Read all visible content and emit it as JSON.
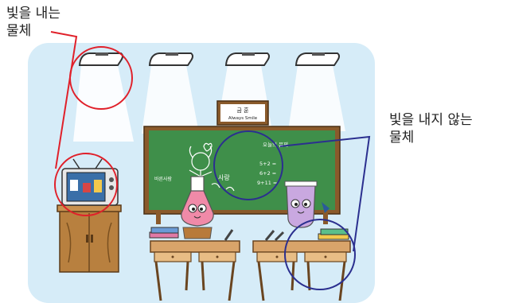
{
  "labels": {
    "emitting": "빛을 내는\n물체",
    "non_emitting": "빛을 내지 않는\n물체"
  },
  "sign": {
    "line1": "금 훈",
    "line2": "Always Smile"
  },
  "board": {
    "title": "오늘의 문제",
    "problems": [
      "5+2 =",
      "6+2 =",
      "9+11 ="
    ],
    "side_text": "바른사람",
    "doodle_text": "사랑"
  },
  "colors": {
    "room_background": "#d6ecf8",
    "chalkboard": "#3f8f4a",
    "emitting_circle": "#e0202a",
    "non_emitting_circle": "#2b2f8f",
    "desk": "#d9a46a",
    "cabinet": "#b8803f"
  }
}
